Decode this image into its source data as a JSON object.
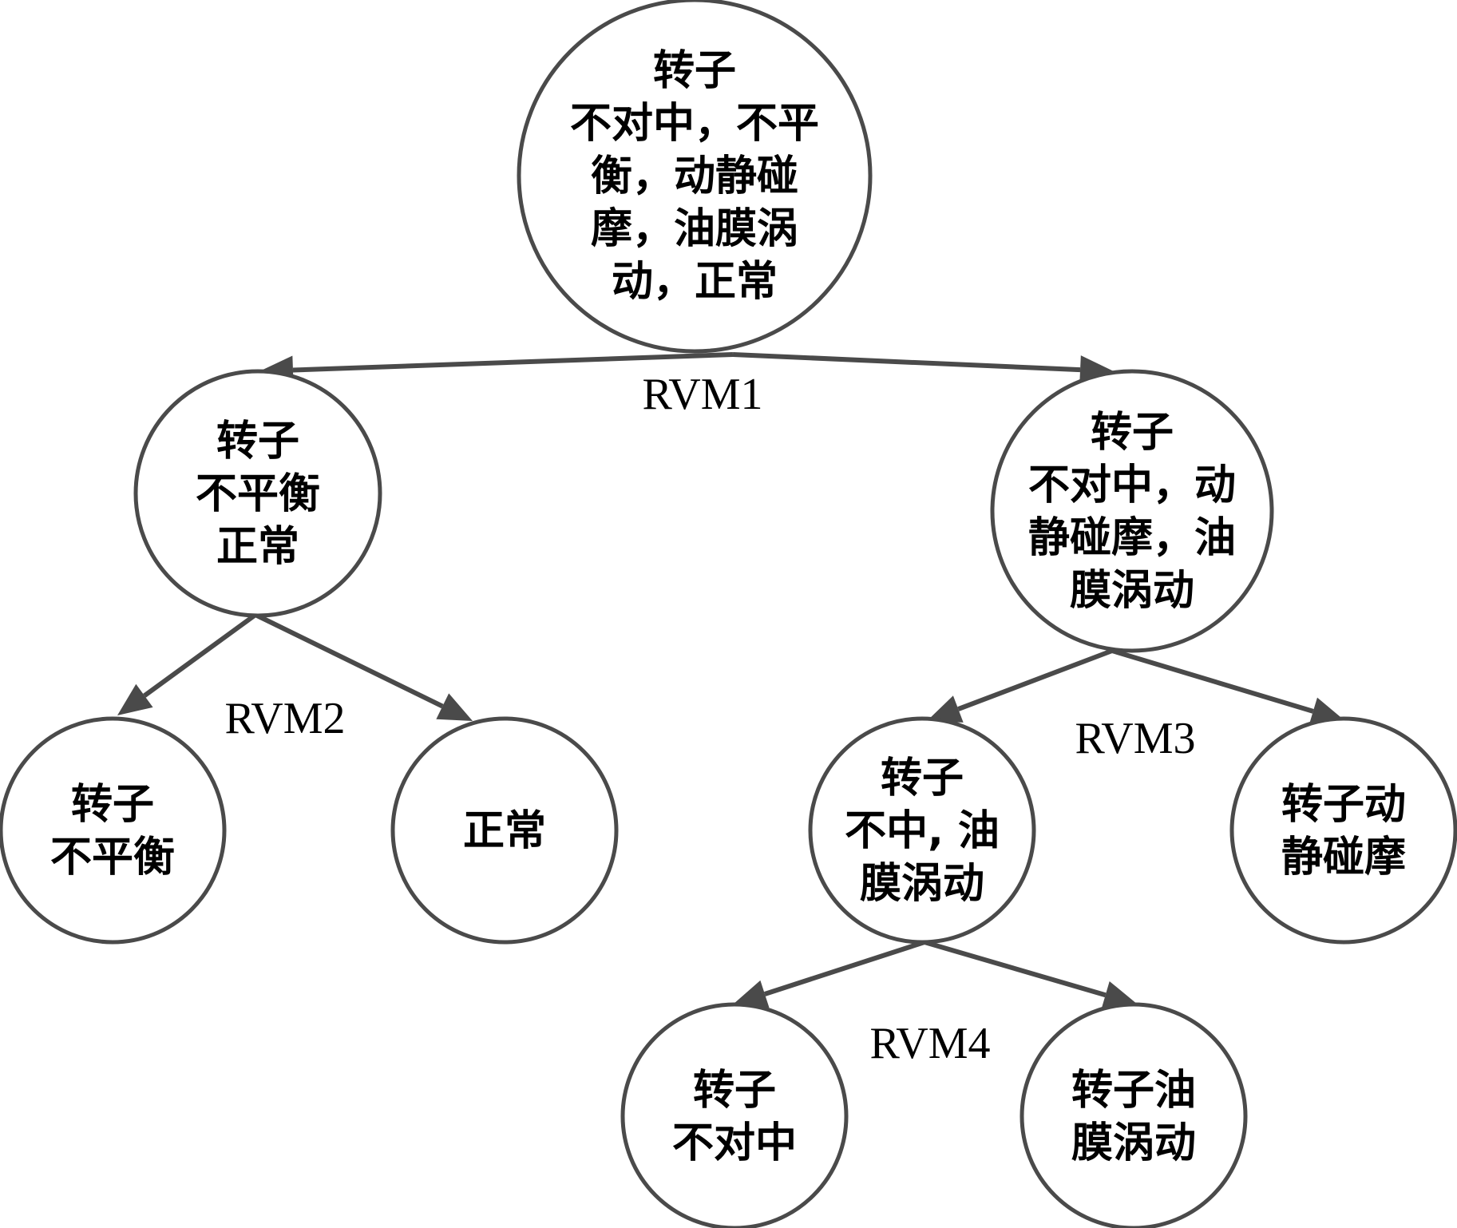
{
  "nodes": [
    {
      "id": "root",
      "lines": [
        "转子",
        "不对中，不平",
        "衡，动静碰",
        "摩，油膜涡",
        "动，正常"
      ]
    },
    {
      "id": "l",
      "lines": [
        "转子",
        "不平衡",
        "正常"
      ]
    },
    {
      "id": "r",
      "lines": [
        "转子",
        "不对中，动",
        "静碰摩，油",
        "膜涡动"
      ]
    },
    {
      "id": "ll",
      "lines": [
        "转子",
        "不平衡"
      ]
    },
    {
      "id": "lr",
      "lines": [
        "正常"
      ]
    },
    {
      "id": "rl",
      "lines": [
        "转子",
        "不中, 油",
        "膜涡动"
      ]
    },
    {
      "id": "rr",
      "lines": [
        "转子动",
        "静碰摩"
      ]
    },
    {
      "id": "rll",
      "lines": [
        "转子",
        "不对中"
      ]
    },
    {
      "id": "rlr",
      "lines": [
        "转子油",
        "膜涡动"
      ]
    }
  ],
  "edges": [
    {
      "from": "root",
      "to": "l"
    },
    {
      "from": "root",
      "to": "r"
    },
    {
      "from": "l",
      "to": "ll"
    },
    {
      "from": "l",
      "to": "lr"
    },
    {
      "from": "r",
      "to": "rl"
    },
    {
      "from": "r",
      "to": "rr"
    },
    {
      "from": "rl",
      "to": "rll"
    },
    {
      "from": "rl",
      "to": "rlr"
    }
  ],
  "classifiers": [
    {
      "id": "rvm1",
      "label": "RVM1"
    },
    {
      "id": "rvm2",
      "label": "RVM2"
    },
    {
      "id": "rvm3",
      "label": "RVM3"
    },
    {
      "id": "rvm4",
      "label": "RVM4"
    }
  ]
}
